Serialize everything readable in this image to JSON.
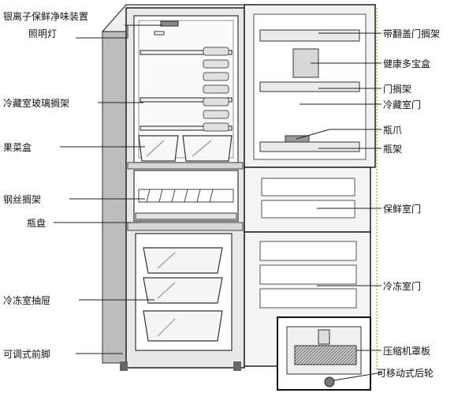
{
  "left_labels": [
    {
      "name": "ion-deodorizer-label",
      "text": "银离子保鲜净味装置"
    },
    {
      "name": "lamp-label",
      "text": "照明灯"
    },
    {
      "name": "fridge-glass-shelf-label",
      "text": "冷藏室玻璃搁架"
    },
    {
      "name": "crisper-label",
      "text": "果菜盒"
    },
    {
      "name": "wire-shelf-label",
      "text": "钢丝搁架"
    },
    {
      "name": "bottle-tray-label",
      "text": "瓶盘"
    },
    {
      "name": "freezer-drawer-label",
      "text": "冷冻室抽屉"
    },
    {
      "name": "adjustable-foot-label",
      "text": "可调式前脚"
    }
  ],
  "right_labels": [
    {
      "name": "flip-lid-rack-label",
      "text": "带翻盖门搁架"
    },
    {
      "name": "health-box-label",
      "text": "健康多宝盒"
    },
    {
      "name": "door-rack-label",
      "text": "门搁架"
    },
    {
      "name": "fridge-door-label",
      "text": "冷藏室门"
    },
    {
      "name": "bottle-clip-label",
      "text": "瓶爪"
    },
    {
      "name": "bottle-rack-label",
      "text": "瓶架"
    },
    {
      "name": "fresh-door-label",
      "text": "保鲜室门"
    },
    {
      "name": "freezer-door-label",
      "text": "冷冻室门"
    },
    {
      "name": "compressor-cover-label",
      "text": "压缩机罩板"
    },
    {
      "name": "rear-wheel-label",
      "text": "可移动式后轮"
    }
  ]
}
